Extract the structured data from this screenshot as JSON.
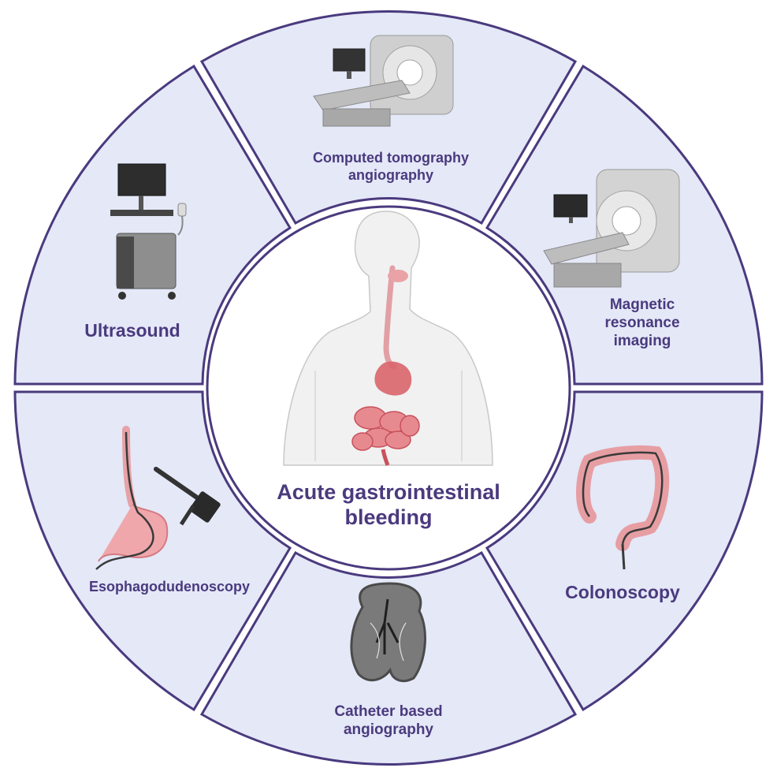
{
  "center": {
    "title_line1": "Acute gastrointestinal",
    "title_line2": "bleeding"
  },
  "segments": [
    {
      "id": "cta",
      "line1": "Computed tomography",
      "line2": "angiography"
    },
    {
      "id": "mri",
      "line1": "Magnetic",
      "line2": "resonance",
      "line3": "imaging"
    },
    {
      "id": "colonoscopy",
      "line1": "Colonoscopy"
    },
    {
      "id": "catheter",
      "line1": "Catheter based",
      "line2": "angiography"
    },
    {
      "id": "egd",
      "line1": "Esophagodudenoscopy"
    },
    {
      "id": "ultrasound",
      "line1": "Ultrasound"
    }
  ],
  "colors": {
    "segment_fill": "#e4e8f7",
    "segment_stroke": "#4a3a7e",
    "label_text": "#4a3a7e",
    "center_fill": "#ffffff",
    "organ_red": "#d9656b",
    "skin": "#f1f1f1"
  },
  "icons": [
    "ct-scanner-icon",
    "mri-scanner-icon",
    "colon-icon",
    "angiography-icon",
    "endoscope-icon",
    "ultrasound-machine-icon",
    "human-body-icon"
  ]
}
